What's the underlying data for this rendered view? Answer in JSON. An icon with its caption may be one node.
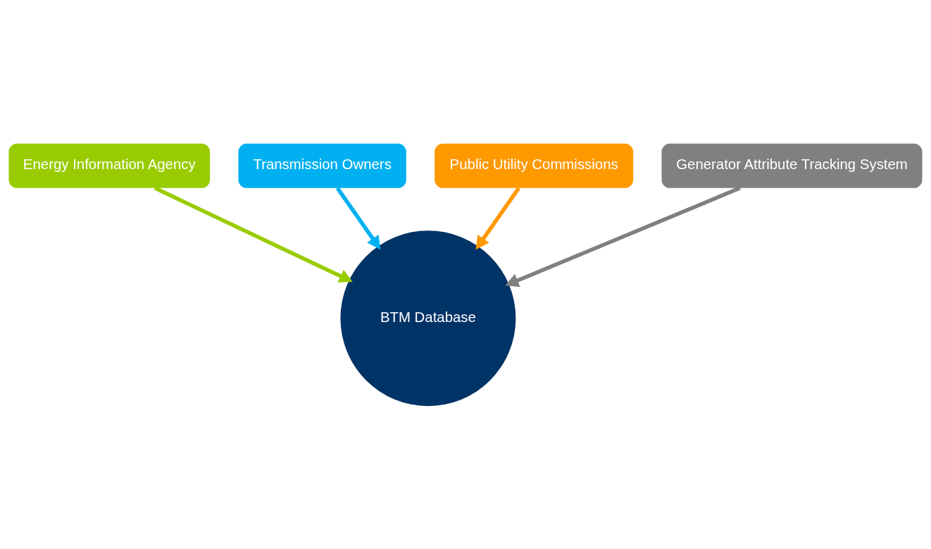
{
  "diagram": {
    "nodes": [
      {
        "text": [
          "Transmission Owners"
        ]
      },
      {
        "text": [
          "Public Utility Commissions"
        ]
      },
      {
        "text": [
          "Energy Information Agency"
        ]
      },
      {
        "text": [
          "Generator Attribute Tracking System"
        ]
      },
      {
        "text": [
          "BTM Database"
        ]
      }
    ],
    "edges": [
      {
        "from": 0,
        "to": 4,
        "arrow": "to",
        "color": "#00b0f0"
      },
      {
        "from": 1,
        "to": 4,
        "arrow": "to",
        "color": "#ff9900"
      },
      {
        "from": 2,
        "to": 4,
        "arrow": "to",
        "color": "#99cc00"
      },
      {
        "from": 3,
        "to": 4,
        "arrow": "to",
        "color": "#808080"
      }
    ]
  }
}
